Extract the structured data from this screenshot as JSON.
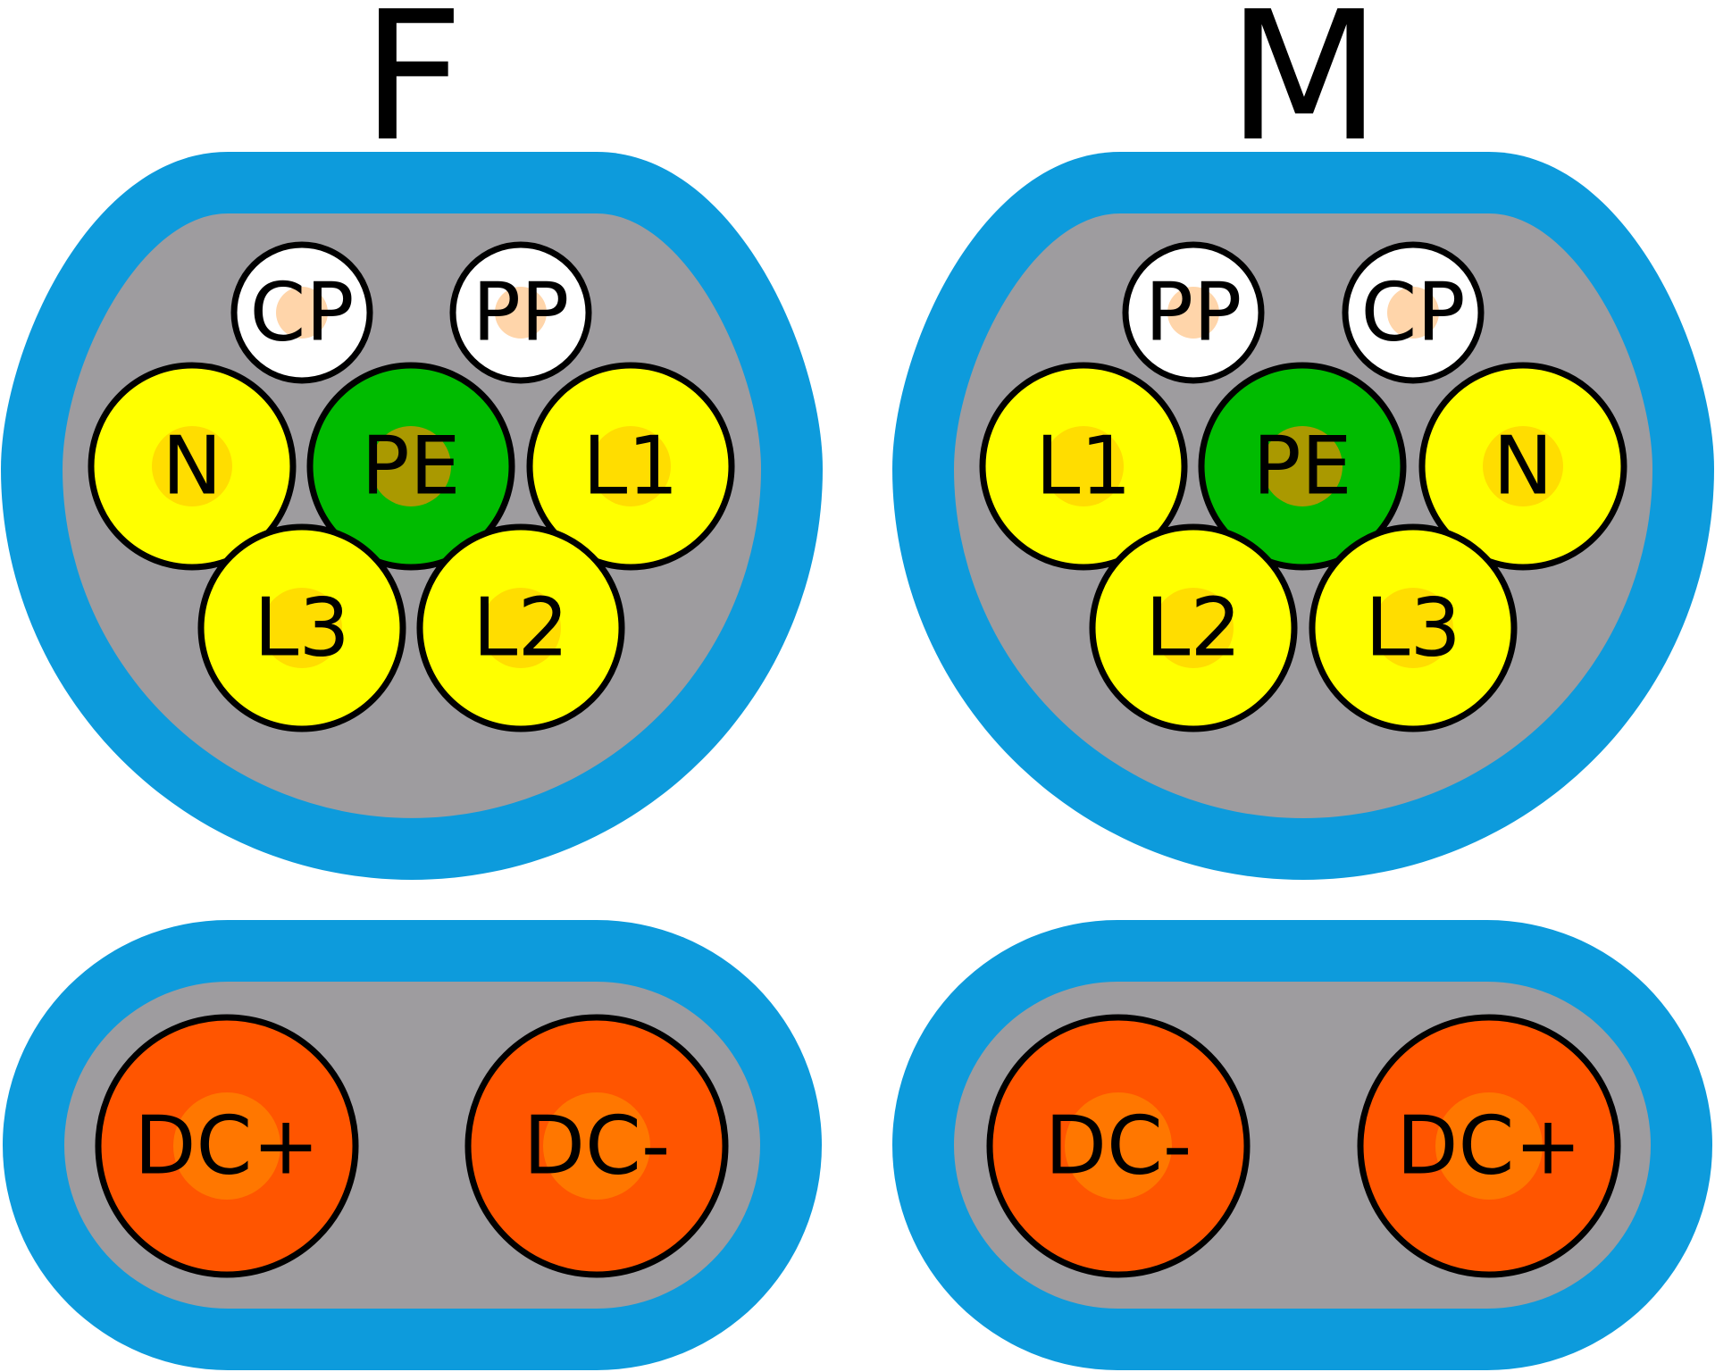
{
  "colors": {
    "housing_outer": "#0d9bdc",
    "housing_inner": "#9e9c9f",
    "signal_pin": "#ffffff",
    "signal_core": "#ffd5aa",
    "phase_pin": "#ffff00",
    "phase_core": "#ffdd00",
    "earth_pin": "#00bb00",
    "earth_core": "#aa9900",
    "dc_pin": "#ff5500",
    "dc_core": "#ff7700",
    "outline": "#000000"
  },
  "connectors": [
    {
      "heading": "F",
      "ac_pins": [
        {
          "label": "CP",
          "kind": "signal"
        },
        {
          "label": "PP",
          "kind": "signal"
        },
        {
          "label": "N",
          "kind": "phase"
        },
        {
          "label": "PE",
          "kind": "earth"
        },
        {
          "label": "L1",
          "kind": "phase"
        },
        {
          "label": "L3",
          "kind": "phase"
        },
        {
          "label": "L2",
          "kind": "phase"
        }
      ],
      "dc_pins": [
        {
          "label": "DC+",
          "kind": "dc"
        },
        {
          "label": "DC-",
          "kind": "dc"
        }
      ]
    },
    {
      "heading": "M",
      "ac_pins": [
        {
          "label": "PP",
          "kind": "signal"
        },
        {
          "label": "CP",
          "kind": "signal"
        },
        {
          "label": "L1",
          "kind": "phase"
        },
        {
          "label": "PE",
          "kind": "earth"
        },
        {
          "label": "N",
          "kind": "phase"
        },
        {
          "label": "L2",
          "kind": "phase"
        },
        {
          "label": "L3",
          "kind": "phase"
        }
      ],
      "dc_pins": [
        {
          "label": "DC-",
          "kind": "dc"
        },
        {
          "label": "DC+",
          "kind": "dc"
        }
      ]
    }
  ]
}
